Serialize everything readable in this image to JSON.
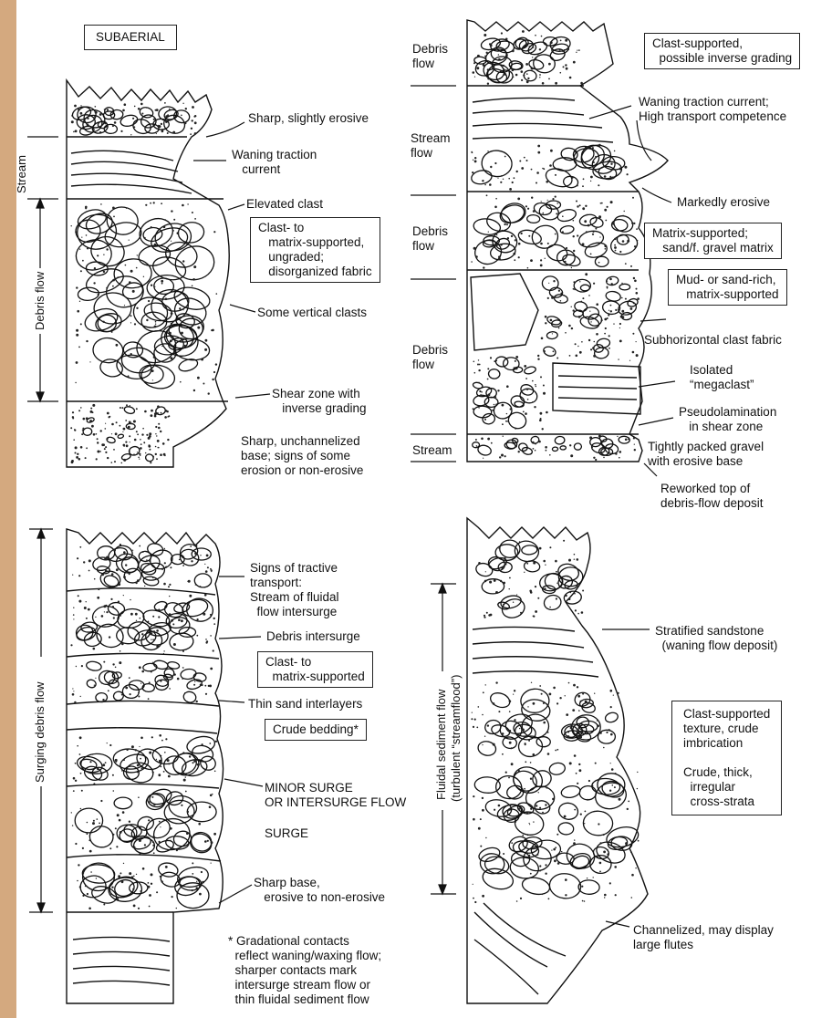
{
  "diagram": {
    "a": {
      "title": "SUBAERIAL",
      "side": {
        "stream": "Stream",
        "debris": "Debris flow"
      },
      "labels": {
        "sharp": "Sharp, slightly erosive",
        "waning": "Waning traction\n   current",
        "elevated": "Elevated clast",
        "clastbox": "Clast- to\n   matrix-supported,\n   ungraded;\n   disorganized fabric",
        "vertical": "Some vertical clasts",
        "shear": "Shear zone with\n   inverse grading",
        "base": "Sharp, unchannelized\nbase; signs of some\nerosion or non-erosive"
      }
    },
    "b": {
      "side": {
        "debris1": "Debris\nflow",
        "stream1": "Stream\nflow",
        "debris2": "Debris\nflow",
        "debris3": "Debris\nflow",
        "stream2": "Stream"
      },
      "labels": {
        "clastbox": "Clast-supported,\n  possible inverse grading",
        "waning": "Waning traction current;\nHigh transport competence",
        "marked": "Markedly erosive",
        "matrixbox": "Matrix-supported;\n   sand/f. gravel matrix",
        "mudbox": "Mud- or sand-rich,\n   matrix-supported",
        "subhoriz": "Subhorizontal clast fabric",
        "mega": "Isolated\n“megaclast”",
        "pseudo": "Pseudolamination\n   in shear zone",
        "tight": "Tightly packed gravel\nwith erosive base",
        "rework": "Reworked top of\ndebris-flow deposit"
      }
    },
    "c": {
      "side": "Surging debris flow",
      "labels": {
        "tractive": "Signs of tractive\ntransport:\nStream of fluidal\n  flow intersurge",
        "intersurge": "Debris intersurge",
        "clastbox": "Clast- to\n  matrix-supported",
        "thin": "Thin sand interlayers",
        "crudebox": "Crude bedding*",
        "minor": "MINOR SURGE\nOR INTERSURGE FLOW",
        "surge": "SURGE",
        "sharp": "Sharp base,\n   erosive to non-erosive",
        "note": "* Gradational contacts\n  reflect waning/waxing flow;\n  sharper contacts mark\n  intersurge stream flow or\n  thin fluidal sediment flow"
      }
    },
    "d": {
      "side1": "Fluidal sediment flow",
      "side2": "(turbulent “streamflood”)",
      "labels": {
        "strat": "Stratified sandstone\n  (waning flow deposit)",
        "clastbox": "Clast-supported\ntexture, crude\nimbrication\n\nCrude, thick,\n  irregular\n  cross-strata",
        "channel": "Channelized, may display\nlarge flutes"
      }
    }
  }
}
